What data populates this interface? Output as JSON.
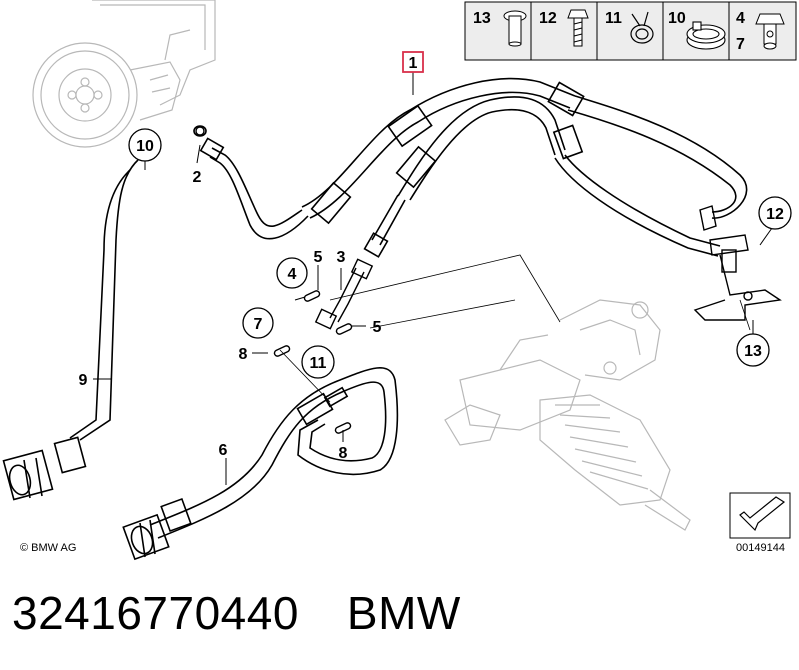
{
  "legend": {
    "items": [
      {
        "number": "13",
        "icon": "hollow-bolt-icon"
      },
      {
        "number": "12",
        "icon": "hex-bolt-icon"
      },
      {
        "number": "11",
        "icon": "spring-clamp-icon"
      },
      {
        "number": "10",
        "icon": "hose-clamp-icon"
      },
      {
        "number": "4",
        "icon": "hollow-screw-icon"
      },
      {
        "number": "7",
        "icon": "hollow-screw-icon"
      }
    ]
  },
  "callouts": {
    "part_1": "1",
    "part_2": "2",
    "part_3": "3",
    "part_4": "4",
    "part_5a": "5",
    "part_5b": "5",
    "part_6": "6",
    "part_7": "7",
    "part_8a": "8",
    "part_8b": "8",
    "part_9": "9",
    "part_10": "10",
    "part_11": "11",
    "part_12": "12",
    "part_13": "13"
  },
  "copyright": "© BMW AG",
  "diagram_number": "00149144",
  "caption": {
    "part_number": "32416770440",
    "brand": "BMW"
  },
  "colors": {
    "line": "#000000",
    "ghost": "#b8b8b8",
    "highlight_box": "#d9304a",
    "legend_bg": "#ededed"
  }
}
